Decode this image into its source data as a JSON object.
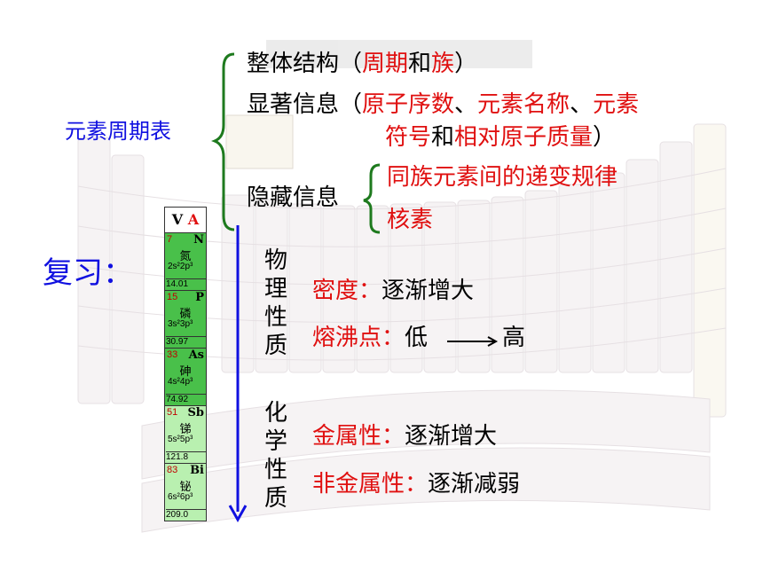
{
  "root_label": "元素周期表",
  "review_label": "复习：",
  "branch1": {
    "prefix": "整体结构（",
    "a": "周期",
    "mid": "和",
    "b": "族",
    "suffix": "）"
  },
  "branch2": {
    "prefix": "显著信息（",
    "a": "原子序数",
    "sep1": "、",
    "b": "元素名称",
    "sep2": "、",
    "c": "元素",
    "c2": "符号",
    "mid": "和",
    "d": "相对原子质量",
    "suffix": "）"
  },
  "branch3": {
    "label": "隐藏信息",
    "items": [
      "同族元素间的递变规律",
      "核素"
    ]
  },
  "group": {
    "header_v": "V",
    "header_a": "A",
    "elements": [
      {
        "num": "7",
        "symbol": "N",
        "name": "氮",
        "config": "2s²2p³",
        "mass": "14.01",
        "shade": "dark"
      },
      {
        "num": "15",
        "symbol": "P",
        "name": "磷",
        "config": "3s²3p³",
        "mass": "30.97",
        "shade": "dark"
      },
      {
        "num": "33",
        "symbol": "As",
        "name": "砷",
        "config": "4s²4p³",
        "mass": "74.92",
        "shade": "dark"
      },
      {
        "num": "51",
        "symbol": "Sb",
        "name": "锑",
        "config": "5s²5p³",
        "mass": "121.8",
        "shade": "light"
      },
      {
        "num": "83",
        "symbol": "Bi",
        "name": "铋",
        "config": "6s²6p³",
        "mass": "209.0",
        "shade": "light"
      }
    ]
  },
  "physical": {
    "label_chars": [
      "物",
      "理",
      "性",
      "质"
    ],
    "density_label": "密度",
    "density_value": "逐渐增大",
    "mp_label": "熔沸点",
    "mp_low": "低",
    "mp_high": "高"
  },
  "chemical": {
    "label_chars": [
      "化",
      "学",
      "性",
      "质"
    ],
    "metal_label": "金属性",
    "metal_value": "逐渐增大",
    "nonmetal_label": "非金属性",
    "nonmetal_value": "逐渐减弱"
  },
  "colors": {
    "red": "#e01010",
    "blue": "#1010e0",
    "green_dark": "#49c04a",
    "green_light": "#b9f0b0",
    "brace_green": "#1e7a1e"
  }
}
